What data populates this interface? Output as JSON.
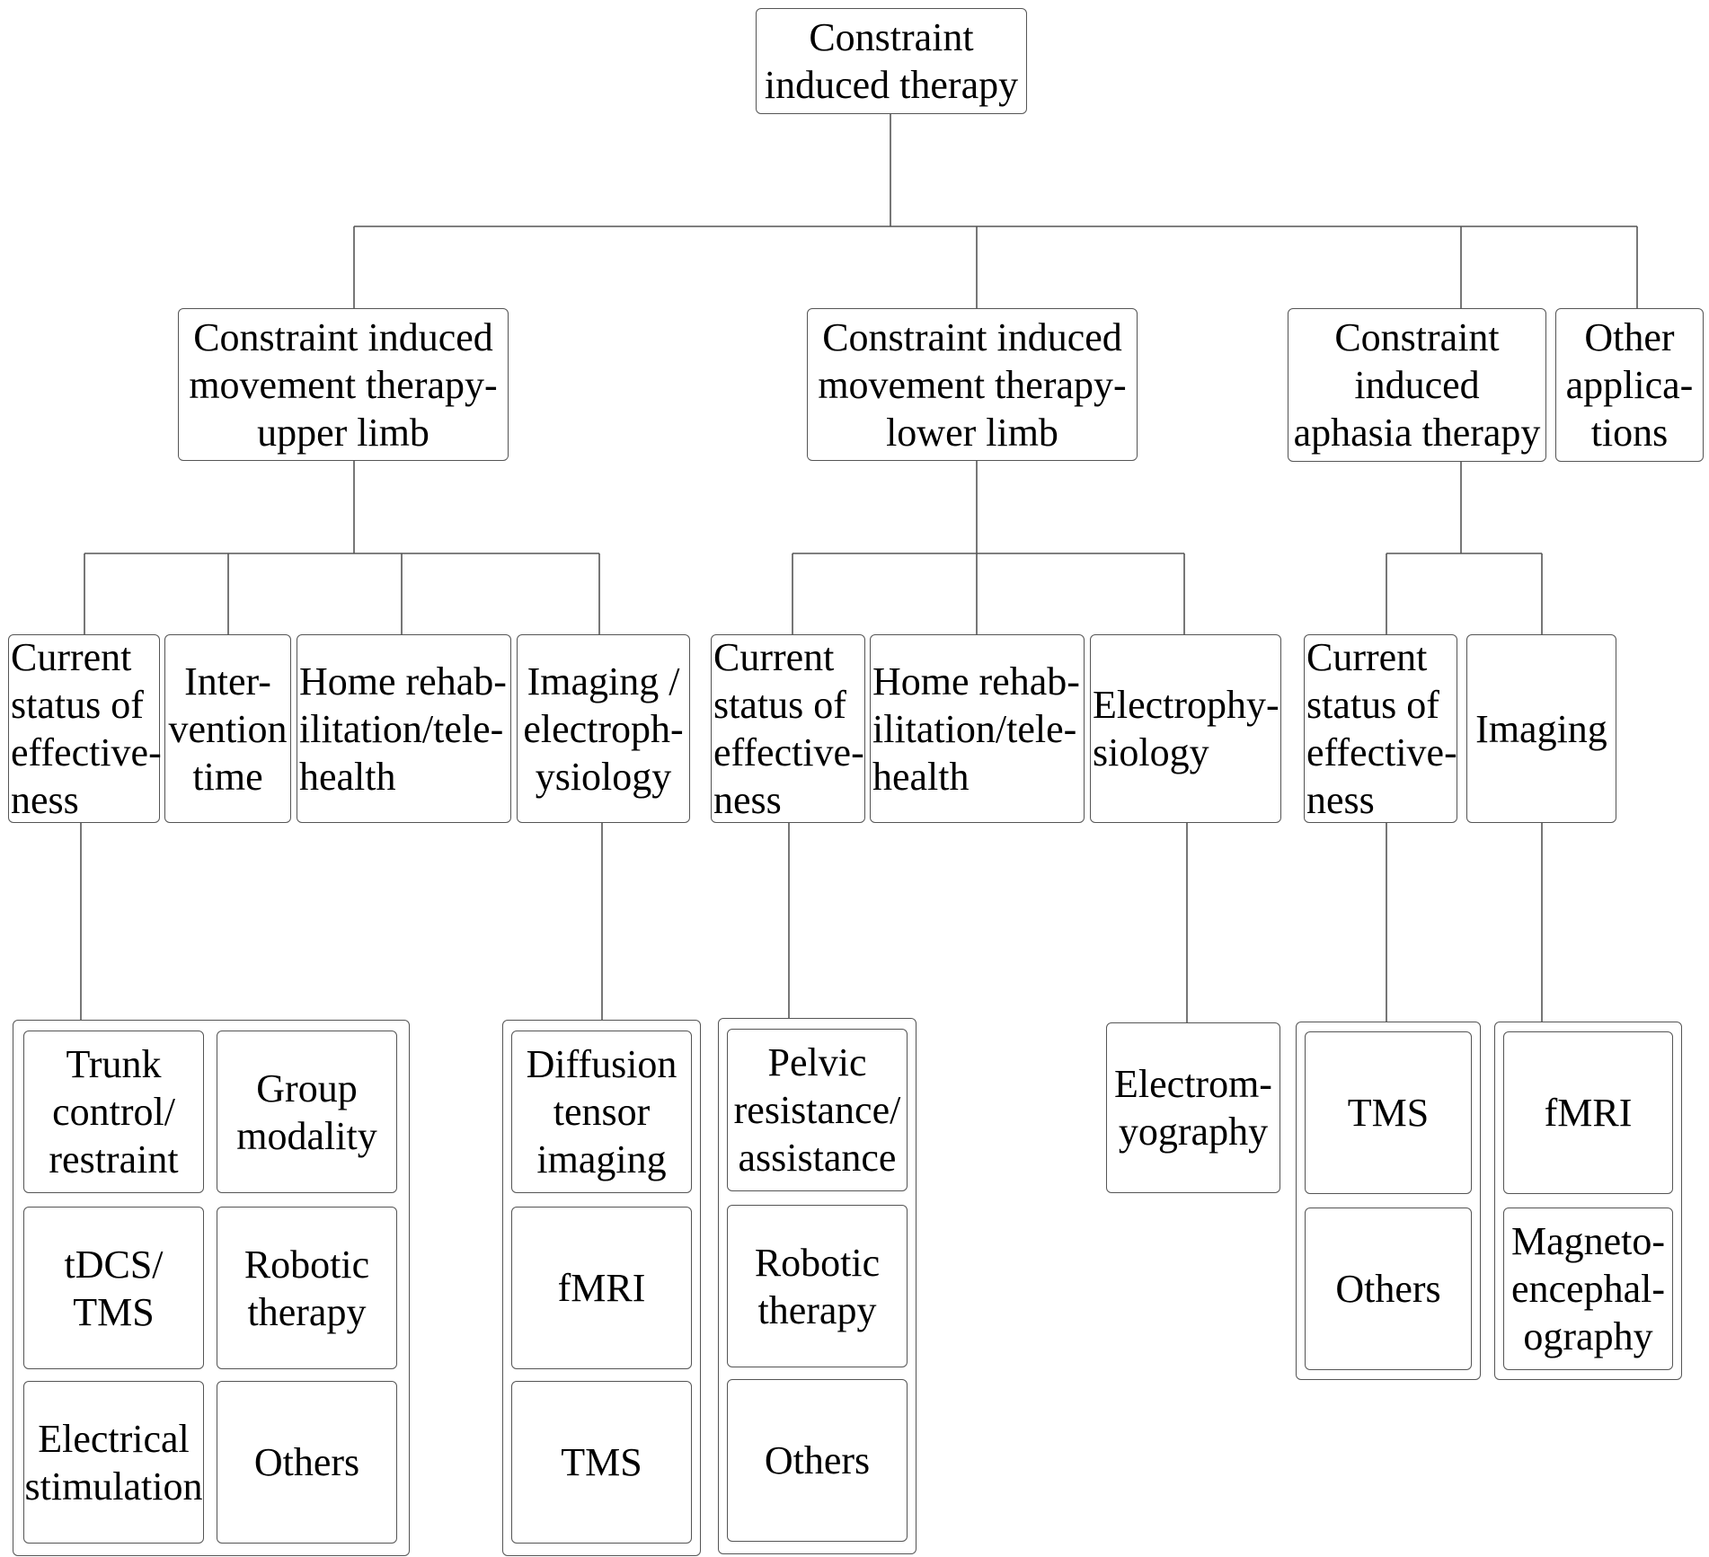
{
  "root": {
    "label": "Constraint\ninduced therapy"
  },
  "level1": {
    "cimt_upper": {
      "label": "Constraint induced\nmovement therapy-\nupper limb"
    },
    "cimt_lower": {
      "label": "Constraint induced\nmovement therapy-\nlower limb"
    },
    "ciat": {
      "label": "Constraint\ninduced\naphasia therapy"
    },
    "other": {
      "label": "Other\napplica-\ntions"
    }
  },
  "upper": {
    "current_status": "Current\nstatus of\neffective-\nness",
    "intervention_time": "Inter-\nvention\ntime",
    "home_rehab": "Home rehab-\nilitation/tele-\nhealth",
    "imaging_ep": "Imaging /\nelectroph-\nysiology",
    "status_items": {
      "trunk": "Trunk\ncontrol/\nrestraint",
      "group": "Group\nmodality",
      "tdcs": "tDCS/\nTMS",
      "robotic": "Robotic\ntherapy",
      "electrical": "Electrical\nstimulation",
      "others": "Others"
    },
    "imaging_items": {
      "dti": "Diffusion\ntensor\nimaging",
      "fmri": "fMRI",
      "tms": "TMS"
    }
  },
  "lower": {
    "current_status": "Current\nstatus of\neffective-\nness",
    "home_rehab": "Home rehab-\nilitation/tele-\nhealth",
    "electrophysiology": "Electrophy-\nsiology",
    "status_items": {
      "pelvic": "Pelvic\nresistance/\nassistance",
      "robotic": "Robotic\ntherapy",
      "others": "Others"
    },
    "ep_items": {
      "emg": "Electrom-\nyography"
    }
  },
  "aphasia": {
    "current_status": "Current\nstatus of\neffective-\nness",
    "imaging": "Imaging",
    "status_items": {
      "tms": "TMS",
      "others": "Others"
    },
    "imaging_items": {
      "fmri": "fMRI",
      "meg": "Magneto-\nencephal-\nography"
    }
  }
}
